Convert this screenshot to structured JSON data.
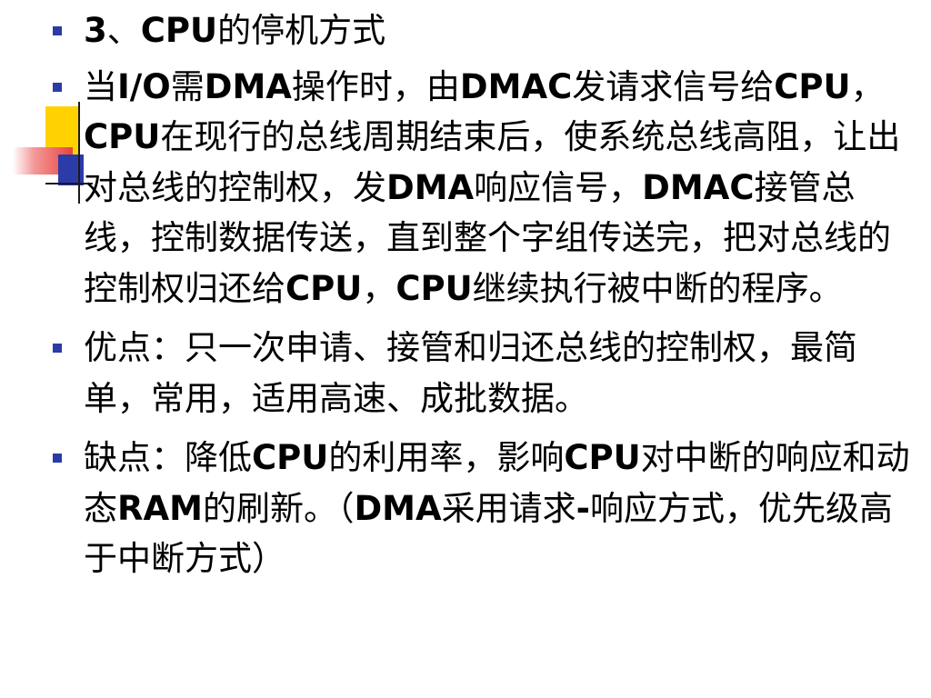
{
  "slide": {
    "bullets": [
      {
        "segments": [
          {
            "text": "3",
            "bold": true
          },
          {
            "text": "、",
            "bold": false
          },
          {
            "text": "CPU",
            "bold": true
          },
          {
            "text": "的停机方式",
            "bold": false
          }
        ]
      },
      {
        "segments": [
          {
            "text": "当",
            "bold": false
          },
          {
            "text": "I/O",
            "bold": true
          },
          {
            "text": "需",
            "bold": false
          },
          {
            "text": "DMA",
            "bold": true
          },
          {
            "text": "操作时，由",
            "bold": false
          },
          {
            "text": "DMAC",
            "bold": true
          },
          {
            "text": "发请求信号给",
            "bold": false
          },
          {
            "text": "CPU",
            "bold": true
          },
          {
            "text": "，",
            "bold": false
          },
          {
            "text": "CPU",
            "bold": true
          },
          {
            "text": "在现行的总线周期结束后，使系统总线高阻，让出对总线的控制权，发",
            "bold": false
          },
          {
            "text": "DMA",
            "bold": true
          },
          {
            "text": "响应信号，",
            "bold": false
          },
          {
            "text": "DMAC",
            "bold": true
          },
          {
            "text": "接管总线，控制数据传送，直到整个字组传送完，把对总线的控制权归还给",
            "bold": false
          },
          {
            "text": "CPU",
            "bold": true
          },
          {
            "text": "，",
            "bold": false
          },
          {
            "text": "CPU",
            "bold": true
          },
          {
            "text": "继续执行被中断的程序。",
            "bold": false
          }
        ]
      },
      {
        "segments": [
          {
            "text": "优点：只一次申请、接管和归还总线的控制权，最简单，常用，适用高速、成批数据。",
            "bold": false
          }
        ]
      },
      {
        "segments": [
          {
            "text": "缺点：降低",
            "bold": false
          },
          {
            "text": "CPU",
            "bold": true
          },
          {
            "text": "的利用率，影响",
            "bold": false
          },
          {
            "text": "CPU",
            "bold": true
          },
          {
            "text": "对中断的响应和动态",
            "bold": false
          },
          {
            "text": "RAM",
            "bold": true
          },
          {
            "text": "的刷新。（",
            "bold": false
          },
          {
            "text": "DMA",
            "bold": true
          },
          {
            "text": "采用请求",
            "bold": false
          },
          {
            "text": "-",
            "bold": true
          },
          {
            "text": "响应方式，优先级高于中断方式）",
            "bold": false
          }
        ]
      }
    ]
  },
  "colors": {
    "bullet": "#2b3ba8",
    "text": "#000000",
    "deco_yellow": "#ffd200",
    "deco_blue": "#2b3ba8",
    "deco_red": "#e8443a"
  },
  "icons": {
    "bullet": "square-bullet-icon"
  }
}
